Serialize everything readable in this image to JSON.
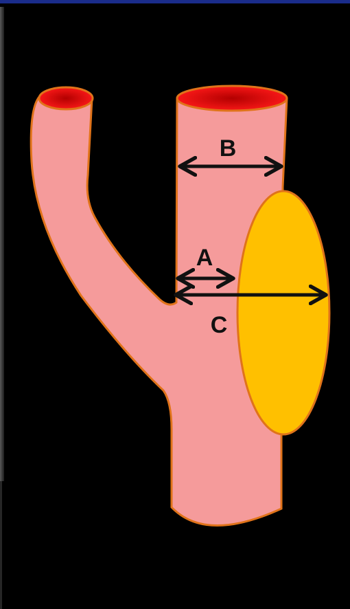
{
  "labels": {
    "b": "B",
    "a": "A",
    "c": "C"
  },
  "colors": {
    "vessel_fill": "#f59b9b",
    "vessel_outline": "#e0731a",
    "lumen_fill": "#d80000",
    "aneurysm_fill": "#ffc000",
    "arrow_color": "#111111",
    "background": "#000000"
  }
}
